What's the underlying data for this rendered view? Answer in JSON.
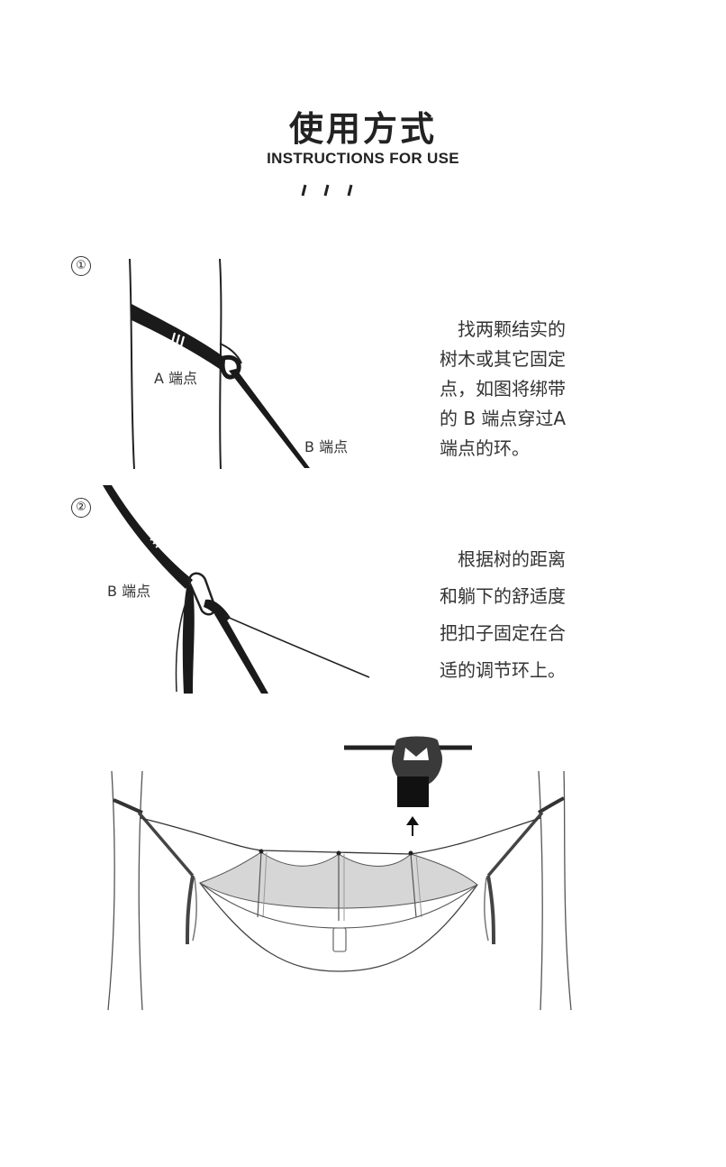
{
  "header": {
    "title": "使用方式",
    "subtitle": "INSTRUCTIONS FOR USE"
  },
  "steps": [
    {
      "number": "①",
      "label_a": "A 端点",
      "label_b": "B 端点",
      "description": "　找两颗结实的\n树木或其它固定\n点，如图将绑带\n的 B 端点穿过A\n端点的环。"
    },
    {
      "number": "②",
      "label_b": "B 端点",
      "description": "　根据树的距离\n和躺下的舒适度\n把扣子固定在合\n适的调节环上。"
    }
  ],
  "colors": {
    "text": "#222222",
    "strap": "#1a1a1a",
    "net": "#d6d6d6",
    "buckle": "#3a3a3a"
  }
}
